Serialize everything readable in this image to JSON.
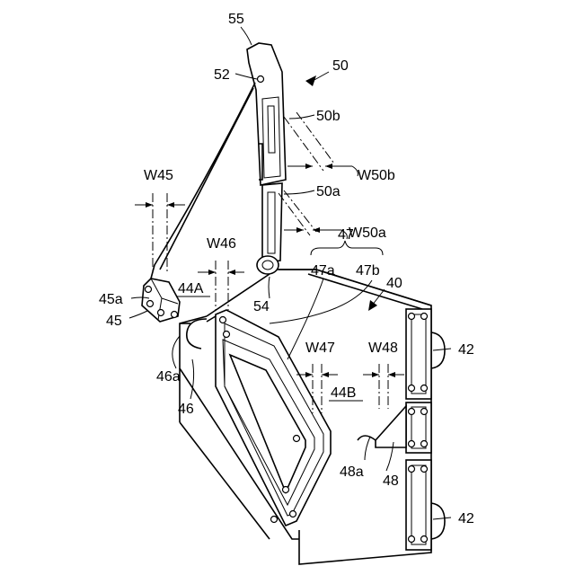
{
  "labels": {
    "l55": "55",
    "l52": "52",
    "l50": "50",
    "l50b": "50b",
    "lW50b": "W50b",
    "l50a": "50a",
    "lW50a": "W50a",
    "lW45": "W45",
    "lW46": "W46",
    "l47": "47",
    "l47a": "47a",
    "l47b": "47b",
    "l40": "40",
    "l44A": "44A",
    "l54": "54",
    "l45a": "45a",
    "l45": "45",
    "l46a": "46a",
    "l46": "46",
    "lW47": "W47",
    "lW48": "W48",
    "l44B": "44B",
    "l42a": "42",
    "l42b": "42",
    "l48a": "48a",
    "l48": "48"
  }
}
